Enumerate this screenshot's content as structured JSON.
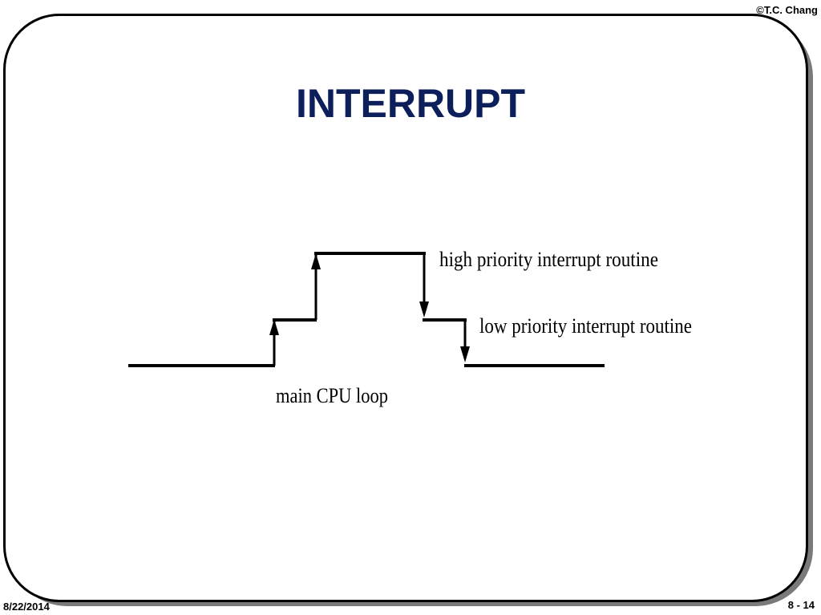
{
  "header": {
    "copyright": "©T.C. Chang"
  },
  "slide": {
    "title": "INTERRUPT"
  },
  "diagram": {
    "labels": {
      "high": "high priority interrupt routine",
      "low": "low priority interrupt routine",
      "main": "main CPU loop"
    },
    "levels": [
      "main CPU loop",
      "low priority interrupt routine",
      "high priority interrupt routine",
      "low priority interrupt routine",
      "main CPU loop"
    ]
  },
  "footer": {
    "date": "8/22/2014",
    "page": "8 - 14"
  }
}
